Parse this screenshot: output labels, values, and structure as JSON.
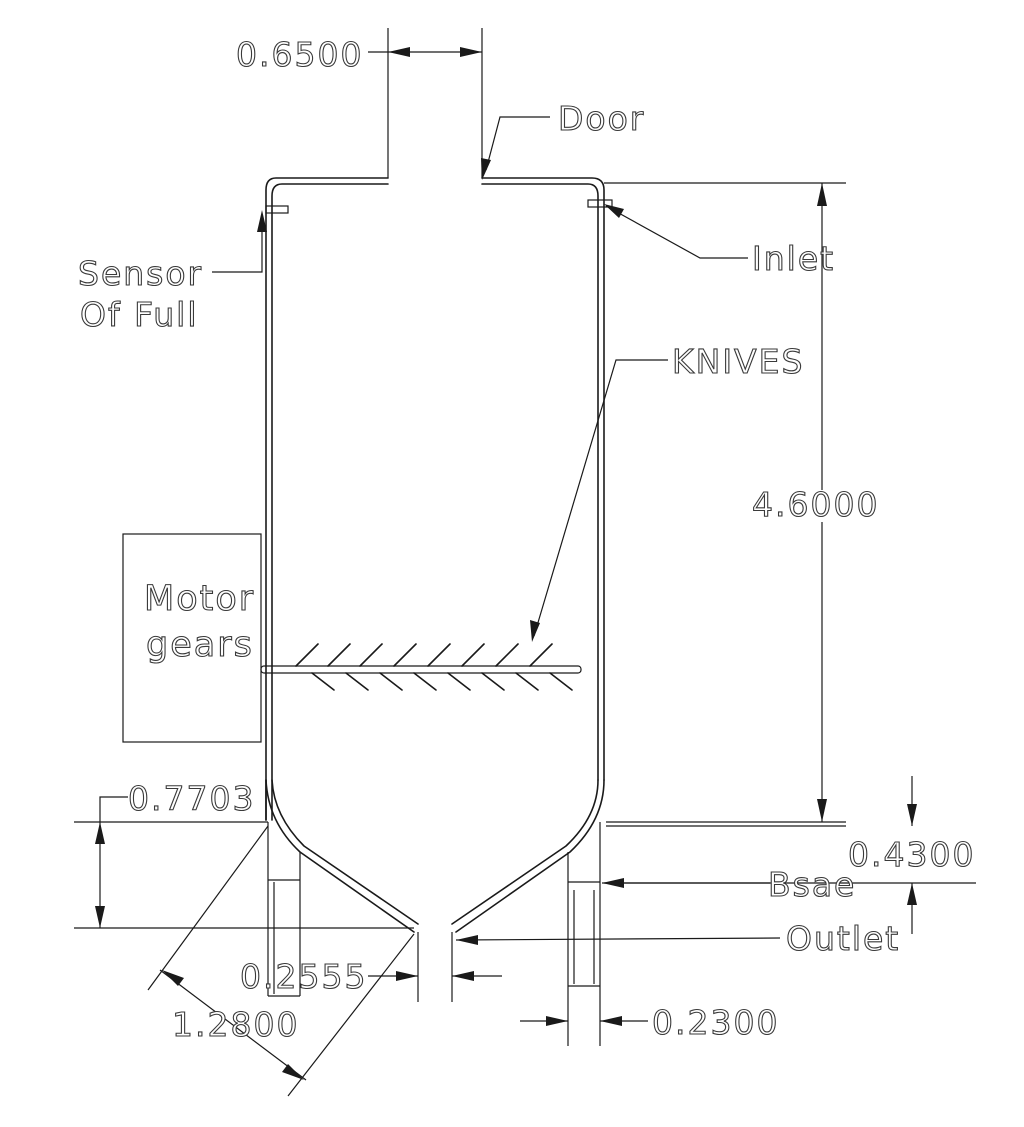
{
  "labels": {
    "door": "Door",
    "inlet": "Inlet",
    "sensor_line1": "Sensor",
    "sensor_line2": "Of Full",
    "knives": "KNIVES",
    "motor_line1": "Motor",
    "motor_line2": "gears",
    "base": "Bsae",
    "outlet": "Outlet"
  },
  "dimensions": {
    "door_width": "0.6500",
    "body_height": "4.6000",
    "cone_height": "0.7703",
    "base_height": "0.4300",
    "outlet_width": "0.2555",
    "cone_length": "1.2800",
    "leg_width": "0.2300"
  }
}
